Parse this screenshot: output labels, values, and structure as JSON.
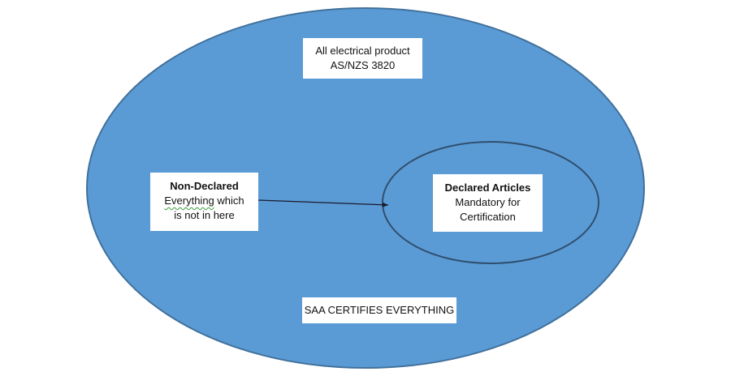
{
  "colors": {
    "outer_fill": "#5b9bd5",
    "outer_stroke": "#41719c",
    "inner_stroke": "#2f4f6f",
    "arrow": "#1a1a2e"
  },
  "outer_label": {
    "line1": "All electrical product",
    "line2": "AS/NZS 3820"
  },
  "non_declared": {
    "title": "Non-Declared",
    "line1_word1": "Everything",
    "line1_rest": " which",
    "line2": "is not in here"
  },
  "declared": {
    "title": "Declared Articles",
    "line1": "Mandatory for",
    "line2": "Certification"
  },
  "footer_label": "SAA CERTIFIES EVERYTHING"
}
